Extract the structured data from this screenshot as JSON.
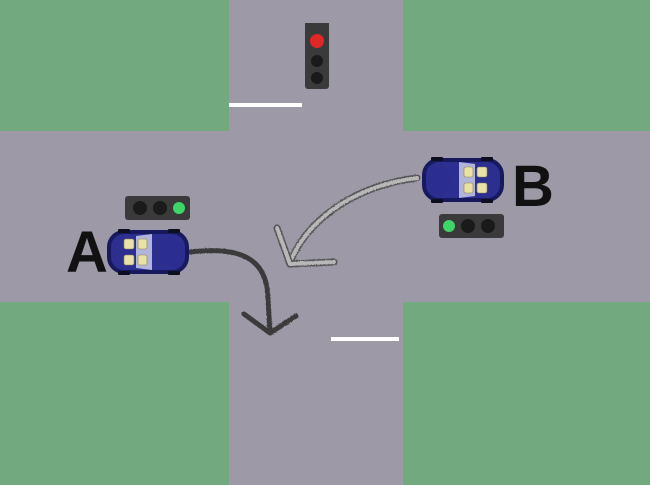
{
  "colors": {
    "grass": "#72a97e",
    "road": "#9d99a6",
    "road_edge": "#8c8896",
    "lane_marking": "#ffffff",
    "car_body": "#2c2f8f",
    "car_body_dark": "#161a5c",
    "car_windshield": "#c9cde8",
    "car_seat": "#e9e1a6",
    "arrow": "#3a3a3a",
    "arrow_b": "#b8b8b8",
    "light_housing": "#3a3a3a",
    "light_off": "#1a1a1a",
    "light_red": "#e02626",
    "light_green": "#3fd46a",
    "label": "#111111"
  },
  "vehicles": [
    {
      "id": "A",
      "label": "A",
      "heading": "east",
      "maneuver": "right-turn"
    },
    {
      "id": "B",
      "label": "B",
      "heading": "west",
      "maneuver": "left-turn"
    }
  ],
  "traffic_lights": [
    {
      "id": "north",
      "state": "red",
      "orientation": "vertical"
    },
    {
      "id": "for-A",
      "state": "green",
      "orientation": "horizontal"
    },
    {
      "id": "for-B",
      "state": "green",
      "orientation": "horizontal"
    }
  ],
  "icons": {
    "car": "car-icon",
    "traffic_light": "traffic-light-icon",
    "arrow": "curved-arrow-icon"
  }
}
